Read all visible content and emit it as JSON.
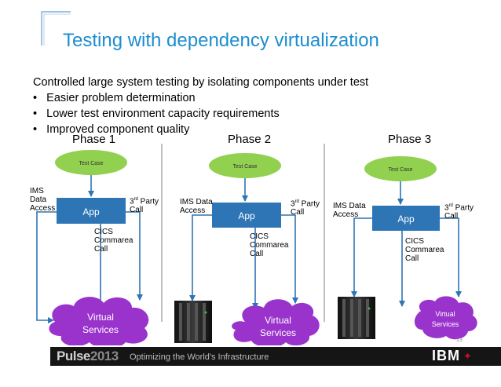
{
  "title": "Testing with dependency virtualization",
  "bullets": {
    "intro": "Controlled large system testing by isolating components under test",
    "items": [
      "Easier problem determination",
      "Lower test environment capacity requirements",
      "Improved component quality"
    ],
    "marker": "•"
  },
  "phases": [
    {
      "label": "Phase 1",
      "test_case": "Test Case",
      "app": "App",
      "ims": [
        "IMS",
        "Data",
        "Access"
      ],
      "third_party": {
        "num": "3",
        "sup": "rd",
        "rest1": " Party",
        "line2": "Call"
      },
      "cics": [
        "CICS",
        "Commarea",
        "Call"
      ],
      "virtual": [
        "Virtual",
        "Services"
      ]
    },
    {
      "label": "Phase 2",
      "test_case": "Test Case",
      "app": "App",
      "ims": [
        "IMS Data",
        "Access"
      ],
      "third_party": {
        "num": "3",
        "sup": "rd",
        "rest1": " Party",
        "line2": "Call"
      },
      "cics": [
        "CICS",
        "Commarea",
        "Call"
      ],
      "virtual": [
        "Virtual",
        "Services"
      ]
    },
    {
      "label": "Phase 3",
      "test_case": "Test Case",
      "app": "App",
      "ims": [
        "IMS Data",
        "Access"
      ],
      "third_party": {
        "num": "3",
        "sup": "rd",
        "rest1": " Party",
        "line2": "Call"
      },
      "cics": [
        "CICS",
        "Commarea",
        "Call"
      ],
      "virtual": [
        "Virtual",
        "Services"
      ]
    }
  ],
  "page_number": "13",
  "footer": {
    "logo_pulse": "Pulse",
    "logo_year": "2013",
    "tagline": "Optimizing the World's Infrastructure",
    "brand": "IBM"
  },
  "colors": {
    "title": "#1d8dcf",
    "test_case_fill": "#92d050",
    "app_fill": "#2e75b6",
    "virtual_fill": "#9933cc",
    "connector": "#2e75b6"
  },
  "icons": [
    "corner-bracket-icon",
    "server-icon",
    "ibm-mark-icon"
  ]
}
